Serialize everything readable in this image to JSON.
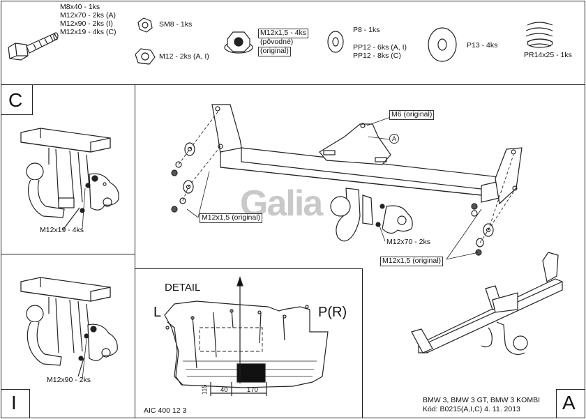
{
  "parts": {
    "bolt": {
      "lines": [
        "M8x40 - 1ks",
        "M12x70 - 2ks (A)",
        "M12x90 - 2ks (I)",
        "M12x19 - 4ks (C)"
      ]
    },
    "nut_m8": "SM8 - 1ks",
    "nut_m12": "M12 - 2ks (A, I)",
    "nut_flange": {
      "lines": [
        "M12x1,5 - 4ks",
        "(pôvodné)",
        "(original)"
      ]
    },
    "washer_p8": {
      "lines": [
        "P8 - 1ks",
        "",
        "PP12 - 6ks (A, I)",
        "PP12 - 8ks (C)"
      ]
    },
    "washer_p13": "P13 - 4ks",
    "spring": "PR14x25 - 1ks"
  },
  "panel_c": {
    "letter": "C",
    "callout": "M12x19 - 4ks"
  },
  "panel_i": {
    "letter": "I",
    "callout": "M12x90 - 2ks"
  },
  "panel_a": {
    "letter": "A",
    "callout_m6": "M6 (original)",
    "callout_a": "A",
    "callout_left": "M12x1,5 (original)",
    "callout_right": "M12x1,5 (original)",
    "callout_bolt": "M12x70 - 2ks"
  },
  "watermark": "Galia",
  "detail": {
    "title": "DETAIL",
    "left": "L",
    "right": "P(R)",
    "dim_115": "115",
    "dim_40": "40",
    "dim_170": "170",
    "code": "AIC 400 12 3"
  },
  "footer": {
    "line1": "BMW 3, BMW 3 GT, BMW 3 KOMBI",
    "line2": "Kód: B0215(A,I,C)  4. 11. 2013"
  }
}
